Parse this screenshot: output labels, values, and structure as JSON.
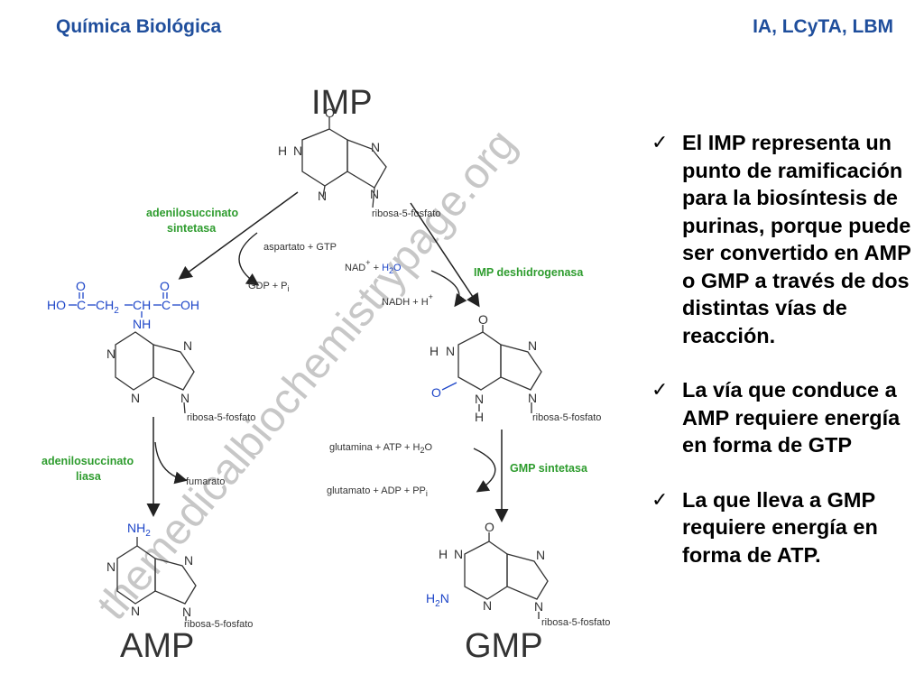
{
  "header": {
    "left": "Química Biológica",
    "right": "IA, LCyTA, LBM"
  },
  "diagram": {
    "compounds": {
      "imp": "IMP",
      "amp": "AMP",
      "gmp": "GMP"
    },
    "ribose_label": "ribosa-5-fosfato",
    "enzymes": {
      "e1": "adenilosuccinato",
      "e1b": "sintetasa",
      "e2": "IMP deshidrogenasa",
      "e3": "adenilosuccinato",
      "e3b": "liasa",
      "e4": "GMP sintetasa"
    },
    "cofactors": {
      "aspartato_gtp": "aspartato + GTP",
      "gdp": "GDP + P",
      "gdp_sub": "i",
      "nad": "NAD",
      "nad_sup": "+",
      "nad_plus": "+",
      "h2o": "H",
      "h2o_sub": "2",
      "h2o_o": "O",
      "nadh": "NADH + H",
      "nadh_sup": "+",
      "fumarato": "fumarato",
      "glutamina": "glutamina + ATP + H",
      "glutamina_sub": "2",
      "glutamina_o": "O",
      "glutamato": "glutamato + ADP + PP",
      "glutamato_sub": "i"
    },
    "succinyl": {
      "ho": "HO",
      "c1": "C",
      "ch2": "CH",
      "ch2_sub": "2",
      "ch": "CH",
      "c2": "C",
      "oh": "OH",
      "o": "O",
      "nh": "NH"
    },
    "atoms": {
      "n": "N",
      "h": "H",
      "o": "O",
      "nh2": "NH",
      "nh2_sub": "2",
      "h2n": "H",
      "h2n_sub": "2",
      "h2n_n": "N"
    },
    "watermark": "themedicalbiochemistrypage.org"
  },
  "bullets": [
    "El IMP representa un punto de ramificación para la biosíntesis de purinas, porque puede ser convertido en AMP o GMP a través de dos distintas vías de reacción.",
    "La vía que conduce a AMP requiere energía en forma de GTP",
    "La que lleva a GMP requiere energía en forma de ATP."
  ],
  "bullet_mark": "✓",
  "colors": {
    "header": "#1f4e9c",
    "enzyme": "#2e9c2e",
    "atom_blue": "#1e46c8",
    "watermark": "#c7c7c7"
  }
}
